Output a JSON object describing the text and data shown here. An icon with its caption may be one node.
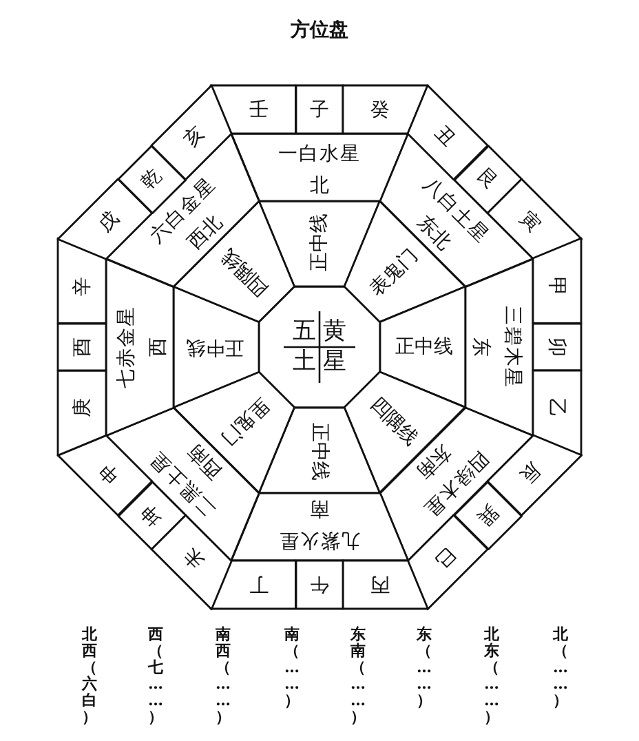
{
  "diagram": {
    "title": "方位盘",
    "nodes": [
      {
        "text": [
          "五",
          "黄",
          "土",
          "星"
        ]
      },
      {
        "text": [
          "正中线"
        ]
      },
      {
        "text": [
          "表鬼门"
        ]
      },
      {
        "text": [
          "正中线"
        ]
      },
      {
        "text": [
          "四隅线"
        ]
      },
      {
        "text": [
          "正中线"
        ]
      },
      {
        "text": [
          "里鬼门"
        ]
      },
      {
        "text": [
          "正中线"
        ]
      },
      {
        "text": [
          "四隅线"
        ]
      },
      {
        "text": [
          "一白水星",
          "北"
        ]
      },
      {
        "text": [
          "八白土星",
          "东北"
        ]
      },
      {
        "text": [
          "三碧木星",
          "东"
        ]
      },
      {
        "text": [
          "四绿木星",
          "东南"
        ]
      },
      {
        "text": [
          "九紫火星",
          "南"
        ]
      },
      {
        "text": [
          "二黑土星",
          "西南"
        ]
      },
      {
        "text": [
          "七赤金星",
          "西"
        ]
      },
      {
        "text": [
          "六白金星",
          "西北"
        ]
      },
      {
        "text": [
          "壬"
        ]
      },
      {
        "text": [
          "子"
        ]
      },
      {
        "text": [
          "癸"
        ]
      },
      {
        "text": [
          "丑"
        ]
      },
      {
        "text": [
          "艮"
        ]
      },
      {
        "text": [
          "寅"
        ]
      },
      {
        "text": [
          "甲"
        ]
      },
      {
        "text": [
          "卯"
        ]
      },
      {
        "text": [
          "乙"
        ]
      },
      {
        "text": [
          "辰"
        ]
      },
      {
        "text": [
          "巽"
        ]
      },
      {
        "text": [
          "巳"
        ]
      },
      {
        "text": [
          "丙"
        ]
      },
      {
        "text": [
          "午"
        ]
      },
      {
        "text": [
          "丁"
        ]
      },
      {
        "text": [
          "未"
        ]
      },
      {
        "text": [
          "坤"
        ]
      },
      {
        "text": [
          "申"
        ]
      },
      {
        "text": [
          "庚"
        ]
      },
      {
        "text": [
          "酉"
        ]
      },
      {
        "text": [
          "辛"
        ]
      },
      {
        "text": [
          "戌"
        ]
      },
      {
        "text": [
          "乾"
        ]
      },
      {
        "text": [
          "亥"
        ]
      }
    ],
    "labels": [
      "北西（六白）",
      "西（七……）",
      "南西（……）",
      "南（……）",
      "东南（……）",
      "东（……）",
      "北东（……）",
      "北（……）"
    ]
  }
}
